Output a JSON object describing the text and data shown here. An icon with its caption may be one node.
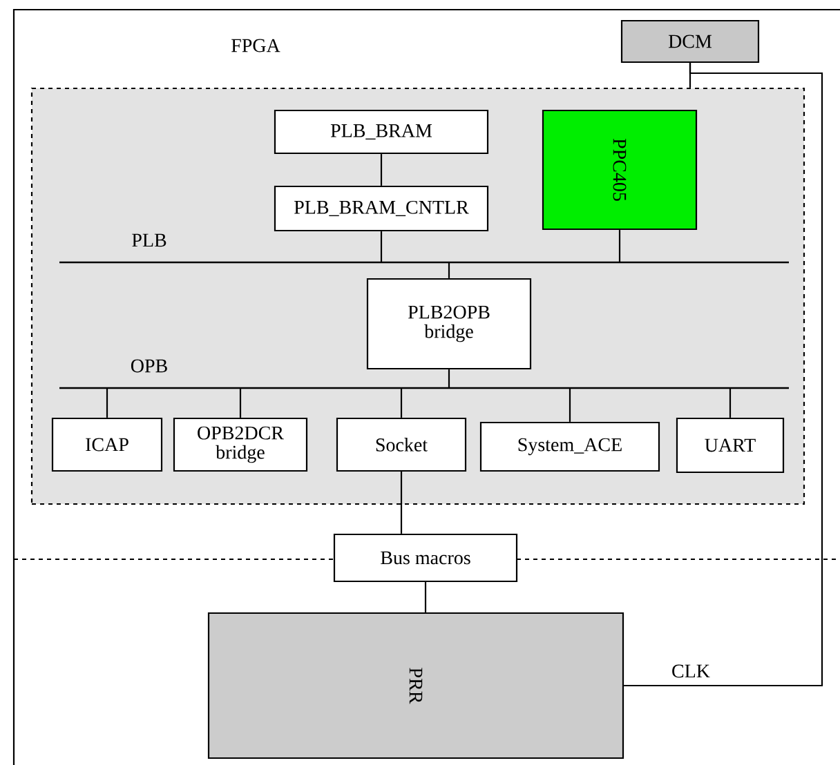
{
  "diagram": {
    "nodes": [
      {
        "text": [
          "FPGA"
        ]
      },
      {
        "text": [
          "DCM"
        ],
        "in": 0
      },
      {
        "text": [],
        "shape": "box",
        "in": 0
      },
      {
        "text": [
          "PLB_BRAM"
        ],
        "in": 2
      },
      {
        "text": [
          "PLB_BRAM_CNTLR"
        ],
        "in": 2
      },
      {
        "text": [
          "PPC405"
        ],
        "in": 2
      },
      {
        "text": [],
        "shape": "bar",
        "beside": [
          "PLB"
        ],
        "in": 2
      },
      {
        "text": [
          "PLB2OPB bridge"
        ],
        "in": 2
      },
      {
        "text": [],
        "shape": "bar",
        "beside": [
          "OPB"
        ],
        "in": 2
      },
      {
        "text": [
          "ICAP"
        ],
        "in": 2
      },
      {
        "text": [
          "OPB2DCR bridge"
        ],
        "in": 2
      },
      {
        "text": [
          "Socket"
        ],
        "in": 2
      },
      {
        "text": [
          "System_ACE"
        ],
        "in": 2
      },
      {
        "text": [
          "UART"
        ],
        "in": 2
      },
      {
        "text": [
          "Bus macros"
        ],
        "in": 0
      },
      {
        "text": [
          "PRR"
        ],
        "in": 0
      }
    ],
    "edges": [
      {
        "from": 1,
        "to": 2,
        "arrow": "none"
      },
      {
        "from": 1,
        "to": 15,
        "arrow": "none",
        "label": "CLK"
      },
      {
        "from": 3,
        "to": 4,
        "arrow": "none"
      },
      {
        "from": 4,
        "to": 6,
        "arrow": "none"
      },
      {
        "from": 5,
        "to": 6,
        "arrow": "none"
      },
      {
        "from": 6,
        "to": 7,
        "arrow": "none"
      },
      {
        "from": 7,
        "to": 8,
        "arrow": "none"
      },
      {
        "from": 8,
        "to": 9,
        "arrow": "none"
      },
      {
        "from": 8,
        "to": 10,
        "arrow": "none"
      },
      {
        "from": 8,
        "to": 11,
        "arrow": "none"
      },
      {
        "from": 8,
        "to": 12,
        "arrow": "none"
      },
      {
        "from": 8,
        "to": 13,
        "arrow": "none"
      },
      {
        "from": 11,
        "to": 14,
        "arrow": "none"
      },
      {
        "from": 14,
        "to": 15,
        "arrow": "none"
      }
    ]
  }
}
